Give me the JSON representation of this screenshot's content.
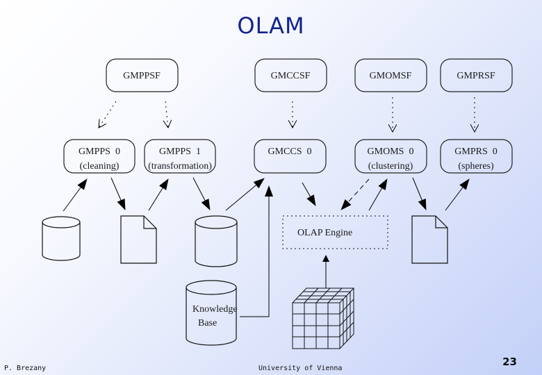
{
  "slide": {
    "title": "OLAM",
    "footer_left": "P. Brezany",
    "footer_center": "University of Vienna",
    "page_number": "23"
  },
  "diagram": {
    "top_nodes": [
      {
        "id": "gmppsf",
        "label": "GMPPSF"
      },
      {
        "id": "gmccsf",
        "label": "GMCCSF"
      },
      {
        "id": "gmomsf",
        "label": "GMOMSF"
      },
      {
        "id": "gmprsf",
        "label": "GMPRSF"
      }
    ],
    "service_nodes": [
      {
        "id": "gmpps0",
        "label": "GMPPS  0",
        "sublabel": "(cleaning)"
      },
      {
        "id": "gmpps1",
        "label": "GMPPS  1",
        "sublabel": "(transformation)"
      },
      {
        "id": "gmccs0",
        "label": "GMCCS  0",
        "sublabel": ""
      },
      {
        "id": "gmoms0",
        "label": "GMOMS  0",
        "sublabel": "(clustering)"
      },
      {
        "id": "gmprs0",
        "label": "GMPRS  0",
        "sublabel": "(spheres)"
      }
    ],
    "olap_engine": "OLAP Engine",
    "knowledge_base": [
      "Knowledge",
      "Base"
    ]
  }
}
